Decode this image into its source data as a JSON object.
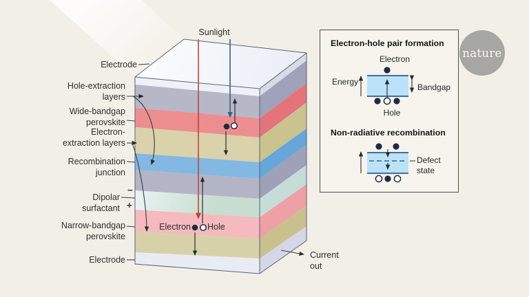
{
  "page": {
    "background": "#f2efe6"
  },
  "brand": {
    "logo_text": "nature"
  },
  "colors": {
    "background": "#f2efe6",
    "red_light_ray": "#c2443a",
    "blue_light_ray": "#31608f",
    "electron_dot": "#1f2a44",
    "bandgap_fill": "#bbe2f8",
    "band_edge": "#2b5c8c",
    "logo_gray": "#a6a6a2"
  },
  "diagram": {
    "sunlight_label": "Sunlight",
    "current_out_label": "Current\nout",
    "electron_label": "Electron",
    "hole_label": "Hole",
    "minus_sign": "−",
    "plus_sign": "+",
    "layer_labels": [
      {
        "text": "Electrode"
      },
      {
        "text": "Hole-extraction\nlayers"
      },
      {
        "text": "Wide-bandgap\nperovskite"
      },
      {
        "text": "Electron-\nextraction layers"
      },
      {
        "text": "Recombination\njunction"
      },
      {
        "text": "Dipolar\nsurfactant"
      },
      {
        "text": "Narrow-bandgap\nperovskite"
      },
      {
        "text": "Electrode"
      }
    ],
    "layers": [
      {
        "name": "Electrode",
        "color": "#eef1f6"
      },
      {
        "name": "Hole-extraction layers",
        "color": "#b6b8c8"
      },
      {
        "name": "Wide-bandgap perovskite",
        "color": "#ec8e90"
      },
      {
        "name": "Electron-extraction layers",
        "color": "#d9d2aa"
      },
      {
        "name": "Recombination junction",
        "color": "#83b8e2"
      },
      {
        "name": "Hole-extraction layer",
        "color": "#b3b5c6"
      },
      {
        "name": "Dipolar surfactant",
        "color": "#d5e8e0"
      },
      {
        "name": "Narrow-bandgap perovskite",
        "color": "#f4babd"
      },
      {
        "name": "Electron-extraction layer",
        "color": "#d7d1a9"
      },
      {
        "name": "Electrode",
        "color": "#e9ecf2"
      }
    ]
  },
  "inset": {
    "panel1": {
      "title": "Electron-hole pair formation",
      "electron_label": "Electron",
      "hole_label": "Hole",
      "energy_label": "Energy",
      "bandgap_label": "Bandgap"
    },
    "panel2": {
      "title": "Non-radiative recombination",
      "defect_label": "Defect\nstate"
    }
  }
}
